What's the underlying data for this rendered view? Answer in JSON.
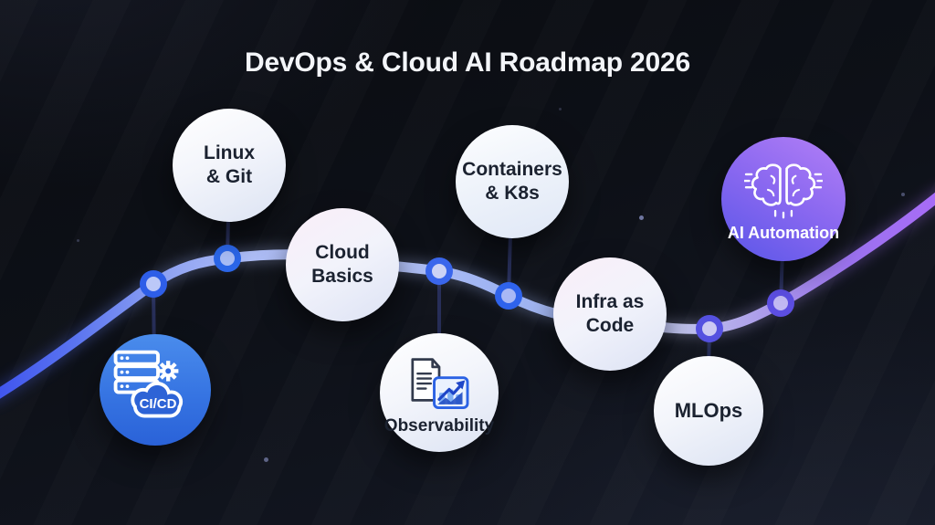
{
  "title": "DevOps & Cloud AI Roadmap 2026",
  "nodes": [
    {
      "id": "cicd",
      "label": "CI/CD",
      "icon": "server-gear-cloud-icon",
      "variant": "blue",
      "attachment": "below-line"
    },
    {
      "id": "linux-git",
      "line1": "Linux",
      "line2": "& Git",
      "variant": "light",
      "attachment": "above-line"
    },
    {
      "id": "cloud-basics",
      "line1": "Cloud",
      "line2": "Basics",
      "variant": "light",
      "attachment": "on-line"
    },
    {
      "id": "observability",
      "label": "Observability",
      "icon": "report-chart-icon",
      "variant": "light",
      "attachment": "below-line"
    },
    {
      "id": "containers-k8s",
      "line1": "Containers",
      "line2": "& K8s",
      "variant": "light",
      "attachment": "above-line"
    },
    {
      "id": "infra-as-code",
      "line1": "Infra as",
      "line2": "Code",
      "variant": "light",
      "attachment": "on-line"
    },
    {
      "id": "mlops",
      "label": "MLOps",
      "variant": "light",
      "attachment": "below-line"
    },
    {
      "id": "ai-automation",
      "label": "AI Automation",
      "icon": "brain-icon",
      "variant": "purple",
      "attachment": "above-line"
    }
  ],
  "colors": {
    "background": "#0d1016",
    "title_text": "#f3f5f9",
    "bubble_text_dark": "#1b2230",
    "bubble_text_light": "#ffffff",
    "timeline_blue_start": "#4156ee",
    "timeline_periwinkle": "#aebdf6",
    "timeline_purple_end": "#a76cf6",
    "dot_ring_blue": "#2e64e8",
    "dot_ring_purple": "#5b4fe2",
    "cicd_bubble_blue": "#3674e2",
    "ai_bubble_purple": "#8a68f0"
  }
}
